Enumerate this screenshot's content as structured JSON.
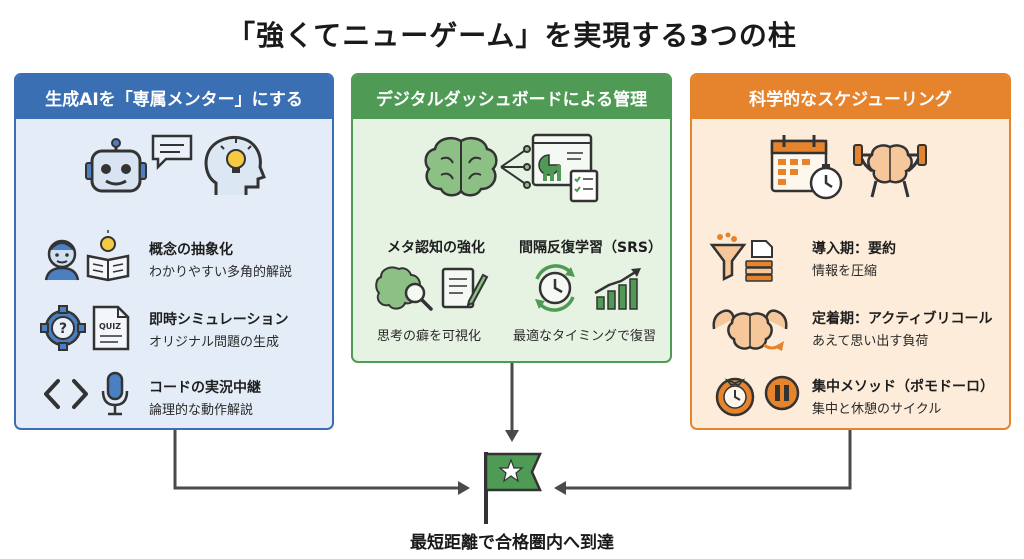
{
  "title": "「強くてニューゲーム」を実現する3つの柱",
  "pillars": [
    {
      "header": "生成AIを「専属メンター」にする",
      "items": [
        {
          "title": "概念の抽象化",
          "subtitle": "わかりやすい多角的解説"
        },
        {
          "title": "即時シミュレーション",
          "subtitle": "オリジナル問題の生成"
        },
        {
          "title": "コードの実況中継",
          "subtitle": "論理的な動作解説"
        }
      ],
      "quiz_label": "QUIZ",
      "color": "#3a6fb3"
    },
    {
      "header": "デジタルダッシュボードによる管理",
      "items": [
        {
          "title": "メタ認知の強化",
          "subtitle": "思考の癖を可視化"
        },
        {
          "title": "間隔反復学習（SRS）",
          "subtitle": "最適なタイミングで復習"
        }
      ],
      "color": "#4f9a55"
    },
    {
      "header": "科学的なスケジューリング",
      "items": [
        {
          "title": "導入期：要約",
          "subtitle": "情報を圧縮"
        },
        {
          "title": "定着期：アクティブリコール",
          "subtitle": "あえて思い出す負荷"
        },
        {
          "title": "集中メソッド（ポモドーロ）",
          "subtitle": "集中と休憩のサイクル"
        }
      ],
      "color": "#e6842e"
    }
  ],
  "goal": "最短距離で合格圏内へ到達"
}
